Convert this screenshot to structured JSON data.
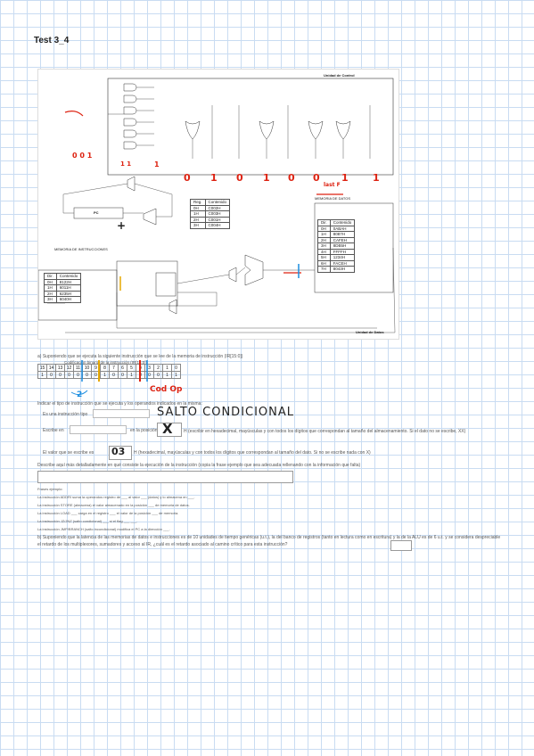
{
  "title": "Test 3_4",
  "figure": {
    "control_unit_label": "Unidad de Control",
    "data_unit_label": "Unidad de Datos",
    "instr_mem_label": "MEMORIA DE INSTRUCCIONES",
    "data_mem_label": "MEMORIA DE DATOS",
    "pc_label": "PC",
    "instr_mem_table": {
      "headers": [
        "Dir.",
        "Contenido"
      ],
      "rows": [
        [
          "0H",
          "8122H"
        ],
        [
          "1H",
          "6011H"
        ],
        [
          "2H",
          "6235H"
        ],
        [
          "3H",
          "6040H"
        ]
      ]
    },
    "reg_table": {
      "headers": [
        "Reg.",
        "Contenido"
      ],
      "rows": [
        [
          "0H",
          "C002H"
        ],
        [
          "1H",
          "C003H"
        ],
        [
          "2H",
          "C001H"
        ],
        [
          "3H",
          "C004H"
        ]
      ]
    },
    "data_mem_table": {
      "headers": [
        "Dir.",
        "Contenido"
      ],
      "rows": [
        [
          "0H",
          "0ABAH"
        ],
        [
          "1H",
          "8087H"
        ],
        [
          "2H",
          "CAFEH"
        ],
        [
          "3H",
          "8DB5H"
        ],
        [
          "4H",
          "FFFFH"
        ],
        [
          "5H",
          "1234H"
        ],
        [
          "6H",
          "FACEH"
        ],
        [
          "7H",
          "8043H"
        ]
      ]
    }
  },
  "handwriting": {
    "cod_op": "Cod Op",
    "salto": "SALTO CONDICIONAL",
    "x_mark": "X",
    "answer_03": "03",
    "plus": "+",
    "num_2": "2",
    "lastF": "last F",
    "ones": "1 1",
    "top_ones": "0 0 1",
    "sig_values": [
      "1",
      "0",
      "1",
      "0",
      "1",
      "0",
      "0",
      "1",
      "1"
    ]
  },
  "question_a": {
    "text": "a) Suponiendo que se ejecuta la siguiente instrucción que se lee de la memoria de instrucción (IR[15:0])",
    "opcode_caption": "Codificación binaria de la instrucción (IR[15:0])",
    "bit_positions": [
      "15",
      "14",
      "13",
      "12",
      "11",
      "10",
      "9",
      "8",
      "7",
      "6",
      "5",
      "4",
      "3",
      "2",
      "1",
      "0"
    ],
    "bits": [
      "1",
      "0",
      "0",
      "0",
      "0",
      "0",
      "0",
      "1",
      "0",
      "0",
      "1",
      "0",
      "0",
      "0",
      "1",
      "1"
    ],
    "type_prompt": "Indicar el tipo de instrucción que se ejecuta y los operandos indicados en la misma:",
    "type_label": "Es una instrucción tipo",
    "type_select": "",
    "write_prompt": "Escribe en",
    "write_select": "",
    "position_label": "en la posición",
    "write_hint": "H (escribir en hexadecimal, mayúsculas y con todos los dígitos que correspondan al tamaño del almacenamiento. Si el dato no se escribe, XX)",
    "value_prompt": "El valor que se escribe es",
    "value_hint": "H (hexadecimal, mayúsculas y con todos los dígitos que correspondan al tamaño del dato. Si no se escribe nada con X)",
    "describe_prompt": "Describe aquí más detalladamente en qué consiste la ejecución de la instrucción (copia la frase ejemplo que sea adecuada rellenando con la información que falta)",
    "example_header": "Frases ejemplo:",
    "examples": [
      "La instrucción ADDRI suma la operandos registro de ___ al valor ___ (datos) y lo almacena en ___.",
      "La instrucción STORE (almacena) el valor almacenado en la posición ___ de memoria de datos.",
      "La instrucción LOAD ___ carga en el registro ___ el valor de la posición ___ de memoria.",
      "La instrucción JZ/JNZ (salto condicional) ___ si el flag ___ ___.",
      "La instrucción JMP/BRANCH (salto incondicional) modifica el PC a la dirección ___."
    ],
    "delay_prompt": "b) Suponiendo que la latencia de las memorias de datos e instrucciones es de 10 unidades de tiempo genéricas (u.t.), la del banco de registros (tanto en lectura como en escritura) y la de la ALU es de 6 u.t. y se considera despreciable el retardo de los multiplexores, sumadores y acceso al IR, ¿cuál es el retardo asociado al camino crítico para esta instrucción?",
    "delay_answer": ""
  }
}
